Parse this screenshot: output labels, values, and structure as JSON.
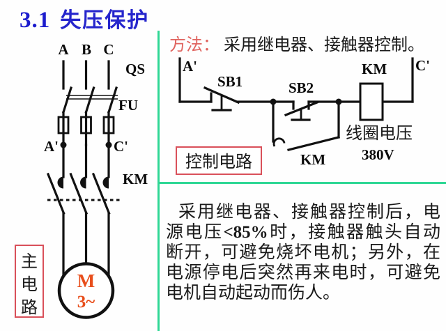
{
  "title": {
    "number": "3.1",
    "text": "失压保护"
  },
  "method_line": {
    "label": "方法：",
    "text": "采用继电器、接触器控制。"
  },
  "main_circuit": {
    "phase_a": "A",
    "phase_b": "B",
    "phase_c": "C",
    "qs_label": "QS",
    "fu_label": "FU",
    "a_prime": "A'",
    "c_prime": "C'",
    "km_label": "KM",
    "motor_letter": "M",
    "motor_phase": "3~",
    "box_char_1": "主",
    "box_char_2": "电",
    "box_char_3": "路"
  },
  "control_circuit": {
    "a_prime": "A'",
    "c_prime": "C'",
    "sb1_label": "SB1",
    "sb2_label": "SB2",
    "km_contact_label": "KM",
    "km_coil_label": "KM",
    "coil_voltage_label": "线圈电压",
    "coil_voltage_value": "380V",
    "box_label": "控制电路"
  },
  "paragraph": {
    "line1": "采用继电器、接触器控制后，电",
    "line2_pre": "源电压",
    "line2_bold": "<85%",
    "line2_post": "时，接触器触头自动",
    "line3": "断开，可避免烧坏电机；另外，在",
    "line4": "电源停电后突然再来电时，可避免",
    "line5": "电机自动起动而伤人。"
  },
  "colors": {
    "title_blue": "#2525cc",
    "divider_green": "#2fd795",
    "method_red": "#e0645f",
    "box_border_red": "#d9505a",
    "motor_text_orange": "#e84e1b"
  }
}
